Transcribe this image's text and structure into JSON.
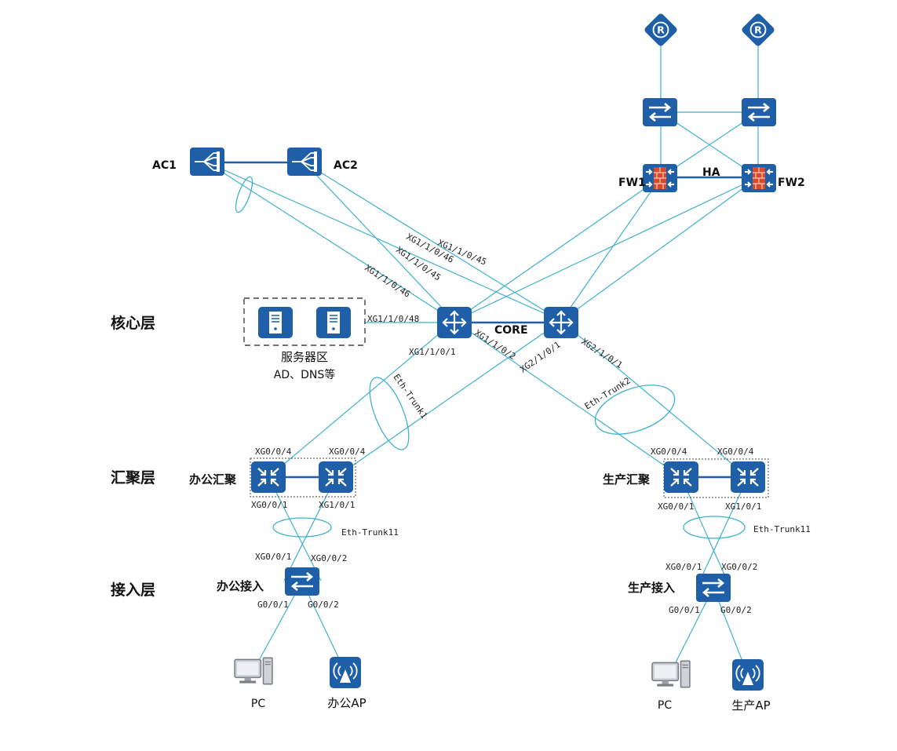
{
  "layers": {
    "core": "核心层",
    "aggregation": "汇聚层",
    "access": "接入层"
  },
  "devices": {
    "ac1": "AC1",
    "ac2": "AC2",
    "fw1": "FW1",
    "fw2": "FW2",
    "ha": "HA",
    "core": "CORE",
    "server_zone": "服务器区",
    "server_zone_sub": "AD、DNS等",
    "office_agg": "办公汇聚",
    "prod_agg": "生产汇聚",
    "office_access": "办公接入",
    "prod_access": "生产接入",
    "office_pc": "PC",
    "office_ap": "办公AP",
    "prod_pc": "PC",
    "prod_ap": "生产AP"
  },
  "ports": {
    "ac_core_1": "XG1/1/0/45",
    "ac_core_2": "XG1/1/0/46",
    "ac_core_3": "XG1/1/0/45",
    "ac_core_4": "XG1/1/0/46",
    "server": "XG1/1/0/48",
    "core1_down1": "XG1/1/0/1",
    "core1_down2": "XG1/1/0/2",
    "core2_down1": "XG2/1/0/1",
    "core2_down2": "XG2/1/0/1",
    "oagg1_up": "XG0/0/4",
    "oagg2_up": "XG0/0/4",
    "pagg1_up": "XG0/0/4",
    "pagg2_up": "XG0/0/4",
    "oagg1_down": "XG0/0/1",
    "oagg2_down": "XG1/0/1",
    "pagg1_down": "XG0/0/1",
    "pagg2_down": "XG1/0/1",
    "oacc_up1": "XG0/0/1",
    "oacc_up2": "XG0/0/2",
    "pacc_up1": "XG0/0/1",
    "pacc_up2": "XG0/0/2",
    "oacc_down1": "G0/0/1",
    "oacc_down2": "G0/0/2",
    "pacc_down1": "G0/0/1",
    "pacc_down2": "G0/0/2"
  },
  "trunks": {
    "t1": "Eth-Trunk1",
    "t2": "Eth-Trunk2",
    "t11_office": "Eth-Trunk11",
    "t11_prod": "Eth-Trunk11"
  },
  "icons": {
    "router": "router-icon",
    "switch": "switch-icon",
    "firewall": "firewall-icon",
    "ac": "ac-controller-icon",
    "core": "core-switch-icon",
    "agg": "aggregation-switch-icon",
    "server": "server-icon",
    "pc": "pc-icon",
    "ap": "ap-icon"
  },
  "colors": {
    "device_blue": "#1f5fa8",
    "link_cyan": "#3fb2cc",
    "firewall_red": "#d94a2b"
  }
}
